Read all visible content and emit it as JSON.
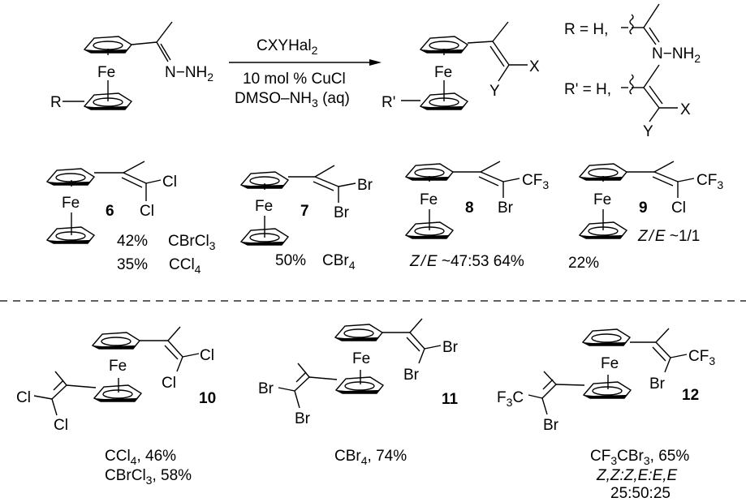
{
  "reaction": {
    "reagent_top": "CXYHal",
    "reagent_top_sub": "2",
    "conditions_line1": "10 mol % CuCl",
    "conditions_line2_pre": "DMSO–NH",
    "conditions_line2_sub": "3",
    "conditions_line2_post": " (aq)",
    "start_R": "R",
    "product_R": "R'",
    "Fe": "Fe",
    "N_NH2_pre": "N−NH",
    "N_NH2_sub": "2",
    "X": "X",
    "Y": "Y"
  },
  "definitions": {
    "R_def": "R = H, ",
    "Rp_def": "R' = H, ",
    "N_NH2_pre": "N−NH",
    "N_NH2_sub": "2",
    "X": "X",
    "Y": "Y"
  },
  "compounds": [
    {
      "id": "6",
      "subst1": "Cl",
      "subst2": "Cl",
      "yields": [
        {
          "value": "42%",
          "reagent_pre": "CBrCl",
          "reagent_sub": "3"
        },
        {
          "value": "35%",
          "reagent_pre": "CCl",
          "reagent_sub": "4"
        }
      ]
    },
    {
      "id": "7",
      "subst1": "Br",
      "subst2": "Br",
      "yields": [
        {
          "value": "50%",
          "reagent_pre": "CBr",
          "reagent_sub": "4"
        }
      ]
    },
    {
      "id": "8",
      "subst1_pre": "CF",
      "subst1_sub": "3",
      "subst2": "Br",
      "ratio_label_Z": "Z",
      "ratio_label_slash": "/",
      "ratio_label_E": "E",
      "ratio": " ~47:53 64%"
    },
    {
      "id": "9",
      "subst1_pre": "CF",
      "subst1_sub": "3",
      "subst2": "Cl",
      "ratio_label_Z": "Z",
      "ratio_label_slash": "/",
      "ratio_label_E": "E",
      "ratio": " ~1/1",
      "yield": "22%"
    },
    {
      "id": "10",
      "subst": "Cl",
      "line1_pre": "CCl",
      "line1_sub": "4",
      "line1_post": ", 46%",
      "line2_pre": "CBrCl",
      "line2_sub": "3",
      "line2_post": ", 58%"
    },
    {
      "id": "11",
      "subst": "Br",
      "line1_pre": "CBr",
      "line1_sub": "4",
      "line1_post": ", 74%"
    },
    {
      "id": "12",
      "subst_cf3_pre": "CF",
      "subst_cf3_sub": "3",
      "subst_f3c_pre": "F",
      "subst_f3c_sub": "3",
      "subst_f3c_post": "C",
      "subst_br": "Br",
      "line1_pre": "CF",
      "line1_sub": "3",
      "line1_mid": "CBr",
      "line1_sub2": "3",
      "line1_post": ", 65%",
      "isomers": "Z,Z:Z,E:E,E",
      "isomer_ratio": "25:50:25"
    }
  ]
}
